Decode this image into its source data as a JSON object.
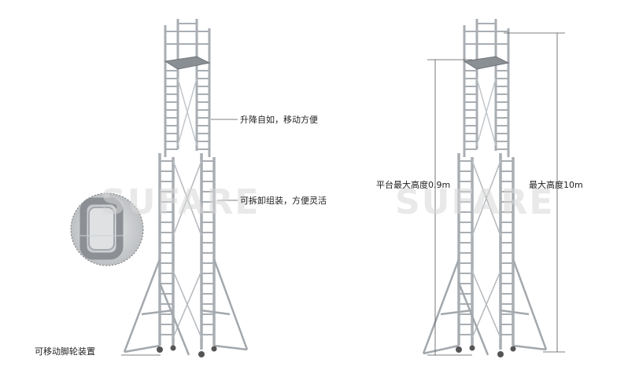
{
  "watermark": "SUFARE",
  "left_tower": {
    "labels": {
      "lift": "升降自如，移动方便",
      "detach": "可拆卸组装，方便灵活",
      "wheels": "可移动脚轮装置"
    }
  },
  "right_tower": {
    "labels": {
      "platform_height": "平台最大高度0.9m",
      "max_height": "最大高度10m"
    }
  },
  "colors": {
    "frame": "#b9bec3",
    "frame_dark": "#8e9398",
    "platform": "#8a8f94",
    "text": "#222222"
  }
}
